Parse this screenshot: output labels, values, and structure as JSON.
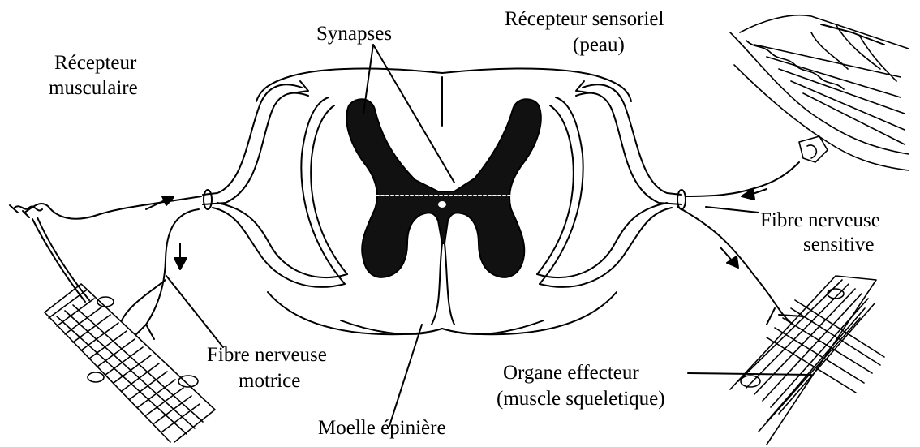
{
  "labels": {
    "synapses": "Synapses",
    "recepteur_sensoriel": "Récepteur sensoriel",
    "peau": "(peau)",
    "recepteur_musculaire_1": "Récepteur",
    "recepteur_musculaire_2": "musculaire",
    "fibre_sensitive_1": "Fibre nerveuse",
    "fibre_sensitive_2": "sensitive",
    "fibre_motrice_1": "Fibre nerveuse",
    "fibre_motrice_2": "motrice",
    "organe_effecteur_1": "Organe effecteur",
    "organe_effecteur_2": "(muscle squeletique)",
    "moelle": "Moelle épinière"
  },
  "colors": {
    "ink": "#000000",
    "background": "#ffffff"
  }
}
